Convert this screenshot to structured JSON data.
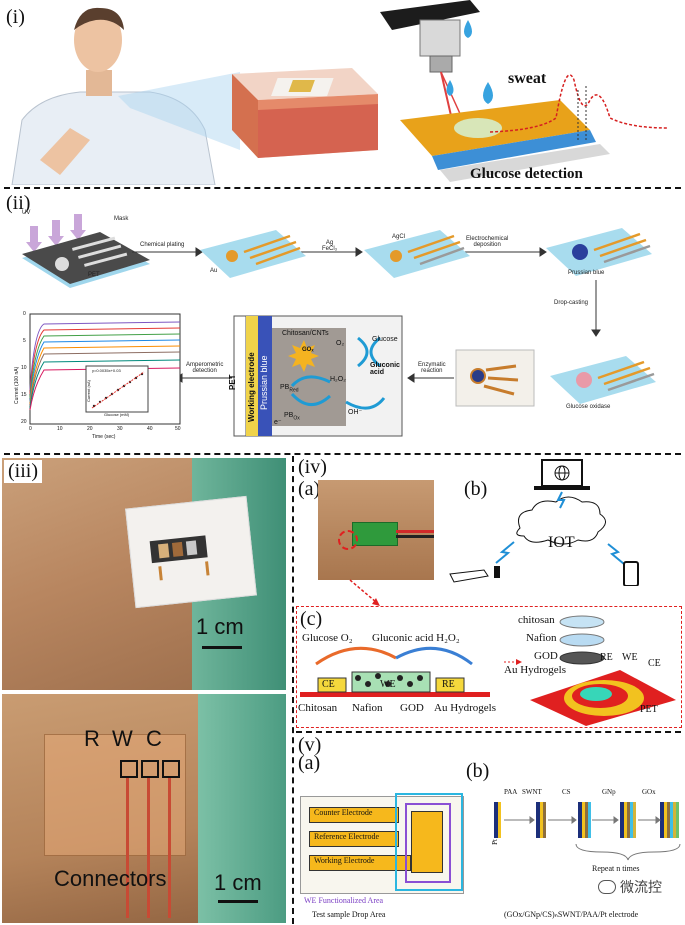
{
  "panels": {
    "i": {
      "label": "(i)",
      "sweat": "sweat",
      "glucose_detection": "Glucose detection"
    },
    "ii": {
      "label": "(ii)",
      "uv": "UV",
      "mask": "Mask",
      "pet": "PET",
      "au": "Au",
      "agcl": "AgCl",
      "chemical_plating": "Chemical plating",
      "ag_fecl3": "Ag\nFeCl₃",
      "electrochemical_deposition": "Electrochemical\ndeposition",
      "prussian_blue_label": "Prussian blue",
      "drop_casting": "Drop-casting",
      "glucose_oxidase": "Glucose oxidase",
      "enzymatic_reaction": "Enzymatic\nreaction",
      "amperometric_detection": "Amperometric\ndetection",
      "chem": {
        "pet": "PET",
        "working_electrode": "Working electrode",
        "prussian_blue": "Prussian blue",
        "chitosan_cnts": "Chitosan/CNTs",
        "gox": "GOₓ",
        "o2": "O₂",
        "h2o2": "H₂O₂",
        "pbred": "PB",
        "pbred_sub": "Red",
        "pbox": "PB",
        "pbox_sub": "Ox",
        "e": "e⁻",
        "oh": "OH⁻",
        "glucose": "Glucose",
        "gluconic_acid": "Gluconic\nacid"
      },
      "plot": {
        "ylabel": "Current (100 nA)",
        "xlabel": "Time (sec)",
        "yticks": [
          "0",
          "5",
          "10",
          "15",
          "20"
        ],
        "xticks": [
          "0",
          "10",
          "20",
          "30",
          "40",
          "50"
        ],
        "inset_eq": "y=0.0035x+0.03",
        "inset_xlabel": "Glucose (mM)",
        "inset_ylabel": "Current (nA)"
      }
    },
    "iii": {
      "label": "(iii)",
      "scale1": "1 cm",
      "scale2": "1 cm",
      "r": "R",
      "w": "W",
      "c": "C",
      "connectors": "Connectors"
    },
    "iv": {
      "label": "(iv)",
      "a": "(a)",
      "b": "(b)",
      "c": "(c)",
      "iot": "IOT",
      "glucose_o2": "Glucose O₂",
      "gluconic_h2o2": "Gluconic acid  H₂O₂",
      "ce": "CE",
      "we": "WE",
      "re": "RE",
      "chitosan": "Chitosan",
      "nafion": "Nafion",
      "god": "GOD",
      "au_hydrogels": "Au Hydrogels",
      "stack": [
        "chitosan",
        "Nafion",
        "GOD",
        "Au Hydrogels"
      ],
      "re3d": "RE",
      "we3d": "WE",
      "ce3d": "CE",
      "pet": "PET"
    },
    "v": {
      "label": "(v)",
      "a": "(a)",
      "b": "(b)",
      "counter": "Counter Electrode",
      "reference": "Reference Electrode",
      "working": "Working Electrode",
      "we_area": "WE Functionalized Area",
      "drop_area": "Test sample Drop Area",
      "layers": [
        "PAA",
        "SWNT",
        "CS",
        "GNp",
        "GOx"
      ],
      "pt": "Pt",
      "repeat": "Repeat n times",
      "formula": "(GOx/GNp/CS)ₙSWNT/PAA/Pt electrode"
    }
  },
  "watermark": "微流控"
}
